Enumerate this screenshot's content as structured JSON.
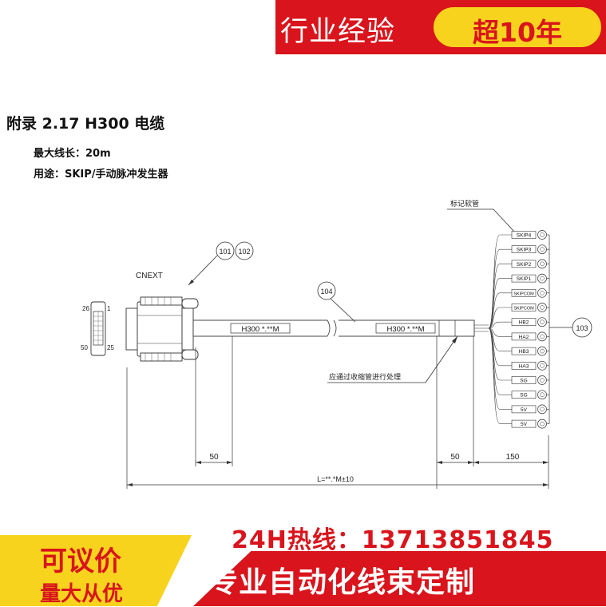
{
  "top_banner": {
    "experience": "行业经验",
    "years": "超10年"
  },
  "document": {
    "title": "附录  2.17 H300  电缆",
    "max_length": "最大线长：20m",
    "usage": "用途：SKIP/手动脉冲发生器"
  },
  "diagram": {
    "label_marker_tube": "标记软管",
    "callout_101": "101",
    "callout_102": "102",
    "callout_104": "104",
    "callout_103": "103",
    "connector_name": "CNEXT",
    "pin_26": "26",
    "pin_1": "1",
    "pin_50": "50",
    "pin_25": "25",
    "cable_marking_1": "H300 *.**M",
    "cable_marking_2": "H300 *.**M",
    "shrink_note": "应通过收缩管进行处理",
    "dim_left_50": "50",
    "dim_right_50": "50",
    "dim_150": "150",
    "dim_length": "L=**.*M±10",
    "wires": [
      "SKIP4",
      "SKIP3",
      "SKIP2",
      "SKIP1",
      "SKIPCOM",
      "SKIPCOM",
      "HB2",
      "HA2",
      "HB3",
      "HA3",
      "SG",
      "SG",
      "5V",
      "5V"
    ]
  },
  "promo": {
    "hotline": "24H热线：13713851845",
    "price_main": "可议价",
    "price_sub": "量大从优",
    "custom": "专业自动化线束定制"
  },
  "colors": {
    "brand_red": "#d9141c",
    "brand_yellow": "#f7d31d"
  }
}
